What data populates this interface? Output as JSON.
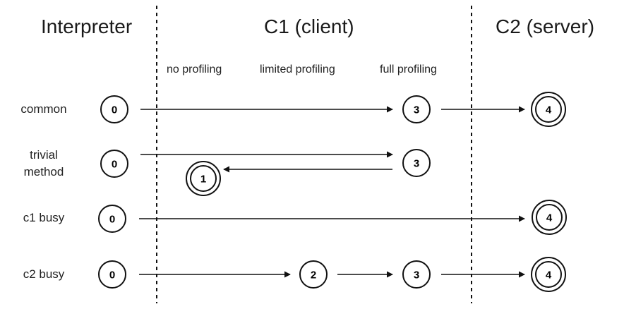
{
  "columns": {
    "interpreter": "Interpreter",
    "c1": "C1 (client)",
    "c2": "C2 (server)"
  },
  "subcolumns": {
    "no_profiling": "no profiling",
    "limited_profiling": "limited profiling",
    "full_profiling": "full profiling"
  },
  "rows": [
    {
      "label_lines": [
        "common"
      ],
      "nodes": [
        "0",
        "3",
        "4"
      ]
    },
    {
      "label_lines": [
        "trivial",
        "method"
      ],
      "nodes": [
        "0",
        "3",
        "1"
      ]
    },
    {
      "label_lines": [
        "c1 busy"
      ],
      "nodes": [
        "0",
        "4"
      ]
    },
    {
      "label_lines": [
        "c2 busy"
      ],
      "nodes": [
        "0",
        "2",
        "3",
        "4"
      ]
    }
  ]
}
